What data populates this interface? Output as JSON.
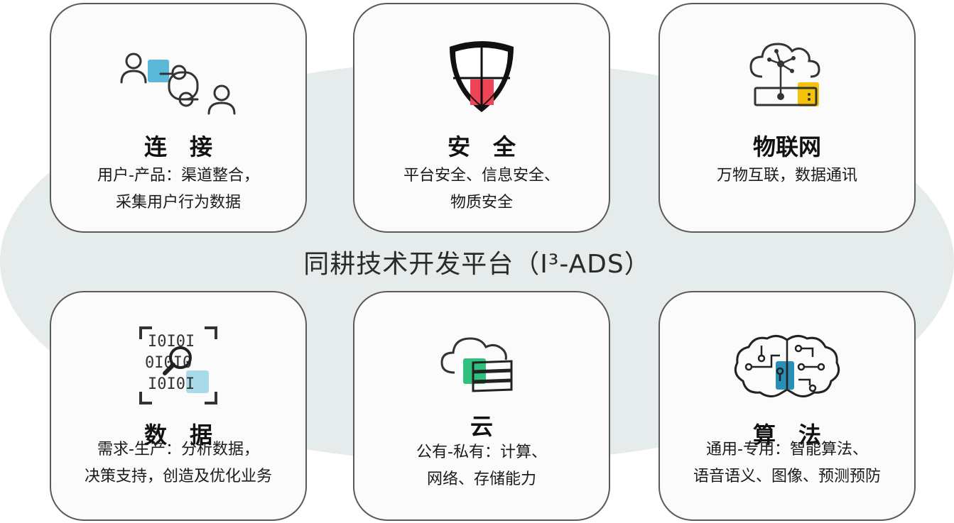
{
  "platform": {
    "title": "同耕技术开发平台（I³-ADS）"
  },
  "cards": [
    {
      "icon": "connection-users-icon",
      "title": "连　接",
      "lines": [
        "用户-产品：渠道整合，",
        "采集用户行为数据"
      ],
      "accent": "#5bb8d8"
    },
    {
      "icon": "shield-icon",
      "title": "安　全",
      "lines": [
        "平台安全、信息安全、",
        "物质安全"
      ],
      "accent": "#ef4456"
    },
    {
      "icon": "iot-cloud-icon",
      "title": "物联网",
      "lines": [
        "万物互联，数据通讯"
      ],
      "accent": "#f5c20a"
    },
    {
      "icon": "binary-search-icon",
      "title": "数　据",
      "lines": [
        "需求-生产：分析数据，",
        "决策支持，创造及优化业务"
      ],
      "accent": "#a8dbea"
    },
    {
      "icon": "cloud-server-icon",
      "title": "云",
      "lines": [
        "公有-私有：计算、",
        "网络、存储能力"
      ],
      "accent": "#2ec27e"
    },
    {
      "icon": "brain-circuit-icon",
      "title": "算　法",
      "lines": [
        "通用-专用：智能算法、",
        "语音语义、图像、预测预防"
      ],
      "accent": "#2a8fb5"
    }
  ]
}
